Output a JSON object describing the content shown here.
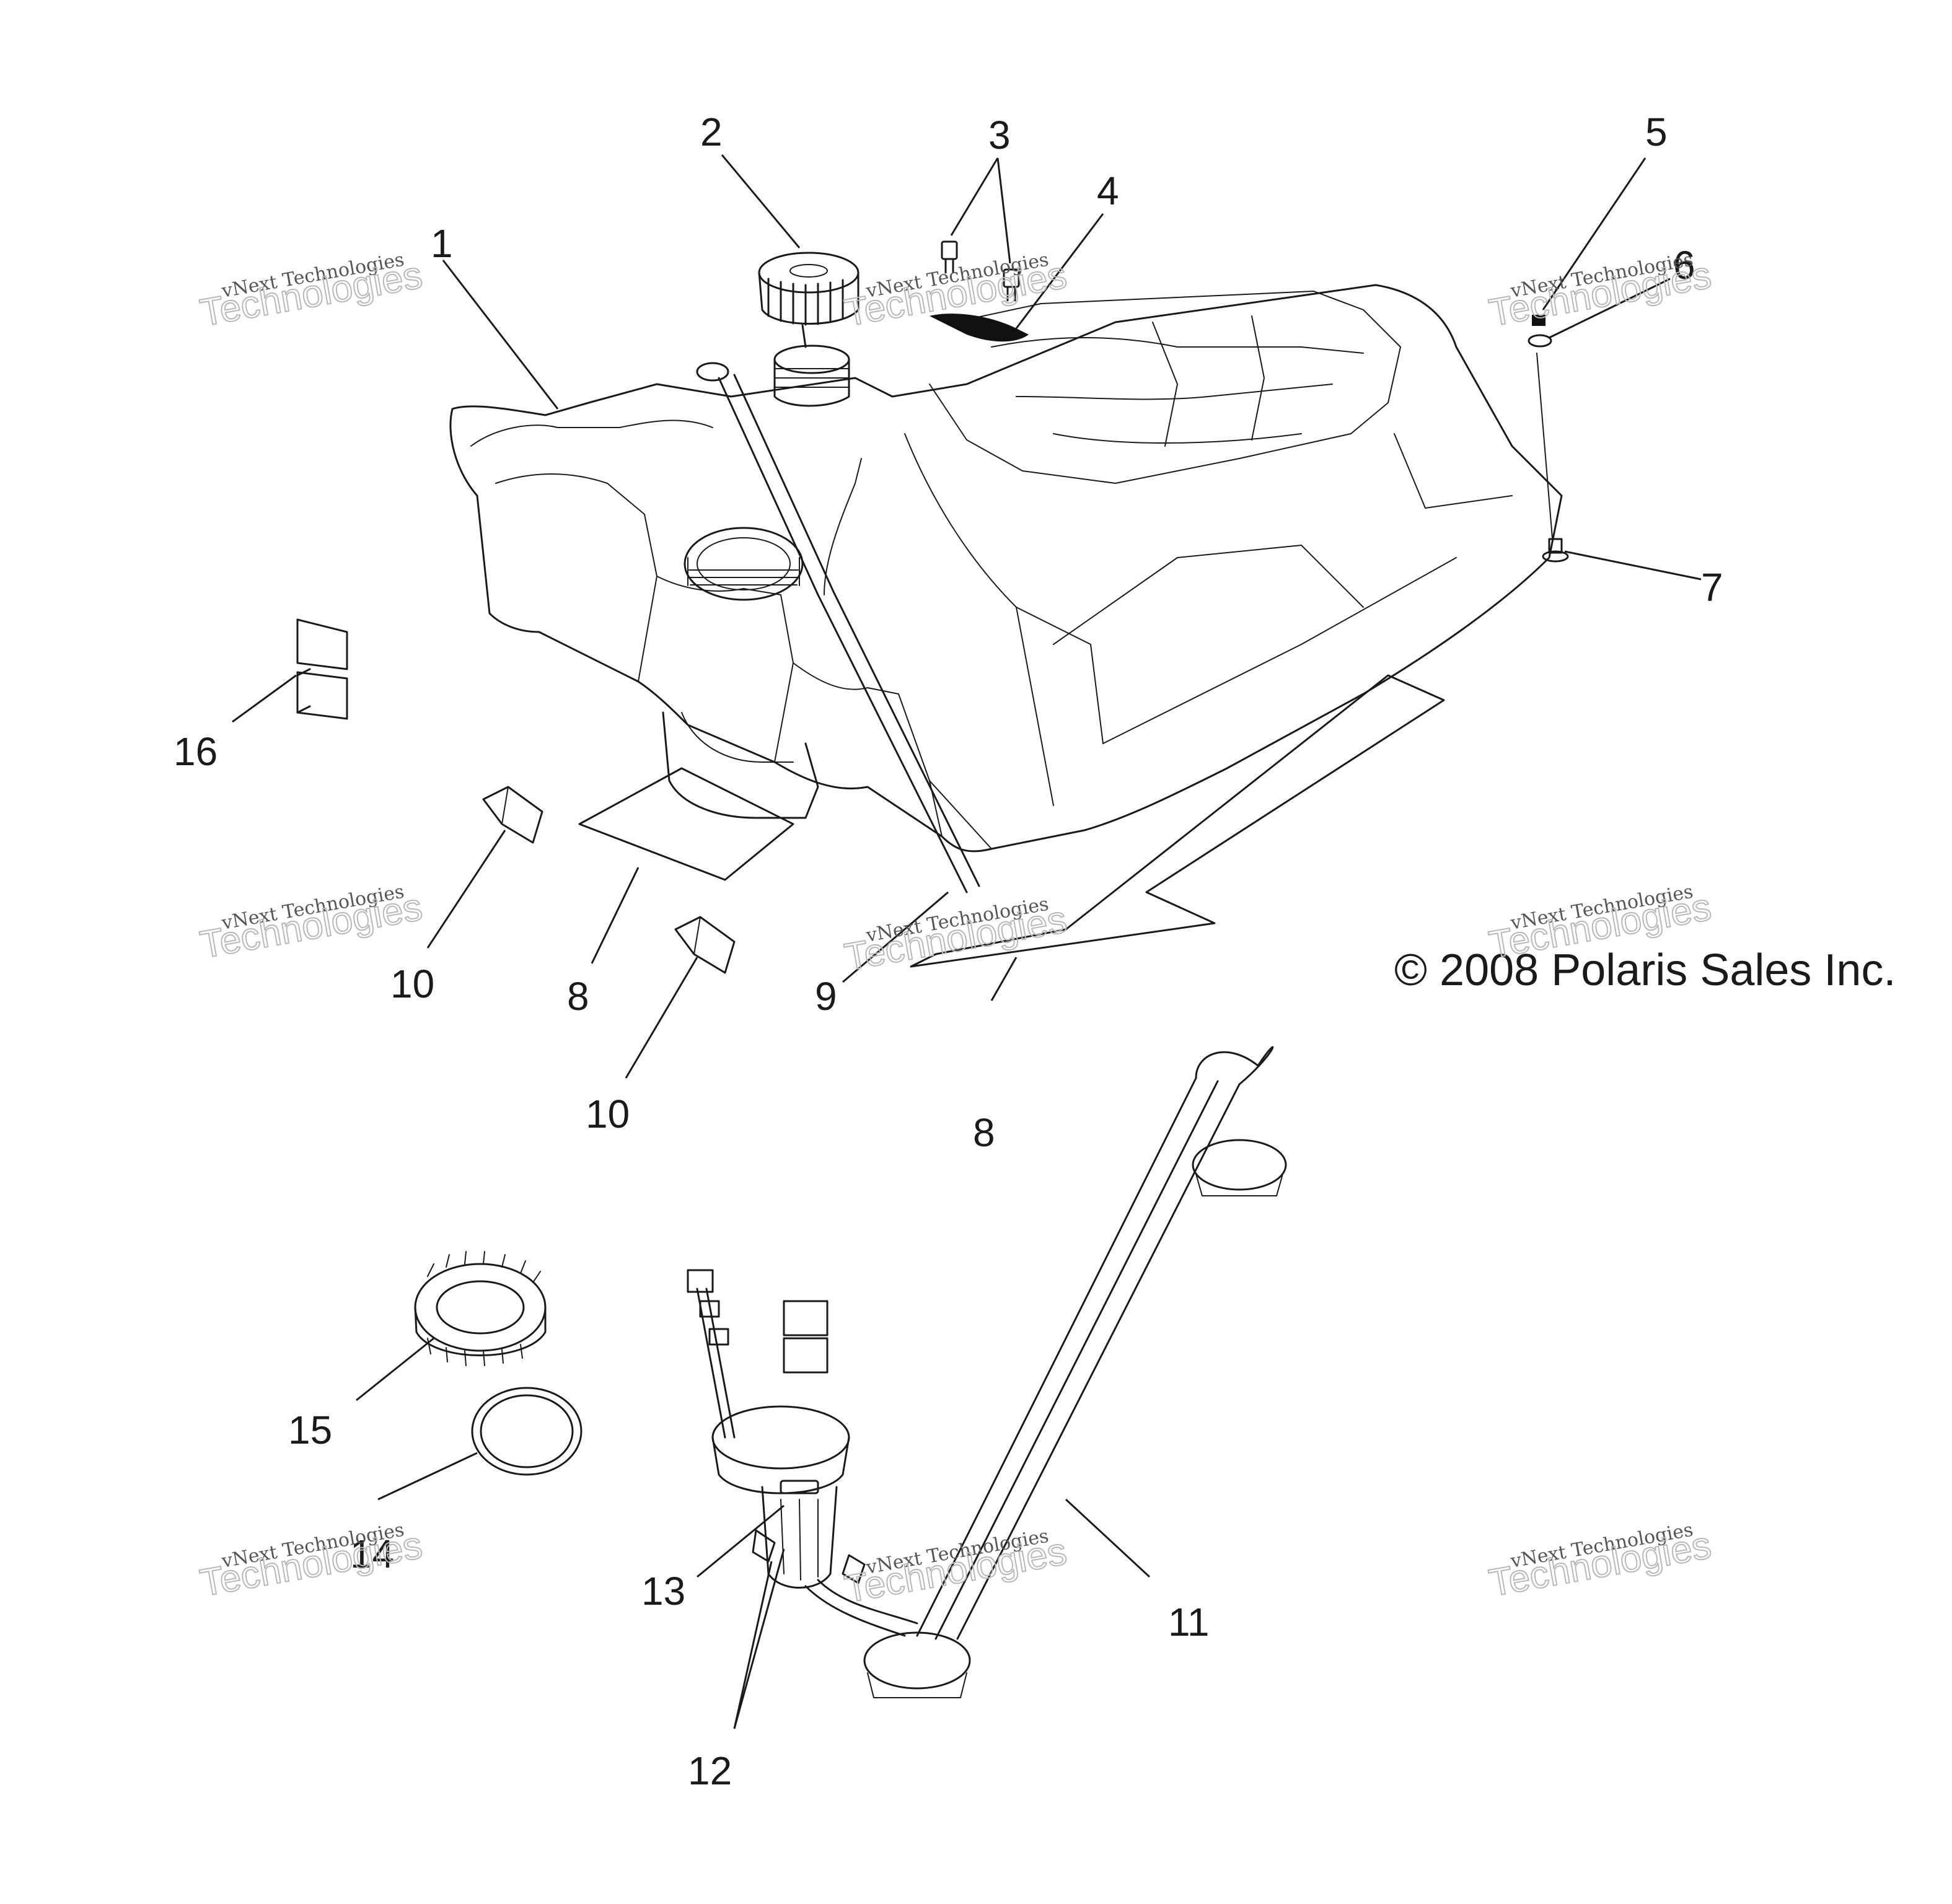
{
  "copyright": "© 2008 Polaris Sales Inc.",
  "watermark": {
    "line1": "vNext Technologies",
    "line2": "vNext",
    "line3": "Technologies"
  },
  "callouts": [
    "1",
    "2",
    "3",
    "4",
    "5",
    "6",
    "7",
    "8",
    "8",
    "9",
    "10",
    "10",
    "11",
    "12",
    "13",
    "14",
    "15",
    "16"
  ],
  "colors": {
    "ink": "#1a1a1a",
    "watermark": "#b8b8b8",
    "background": "#ffffff"
  }
}
